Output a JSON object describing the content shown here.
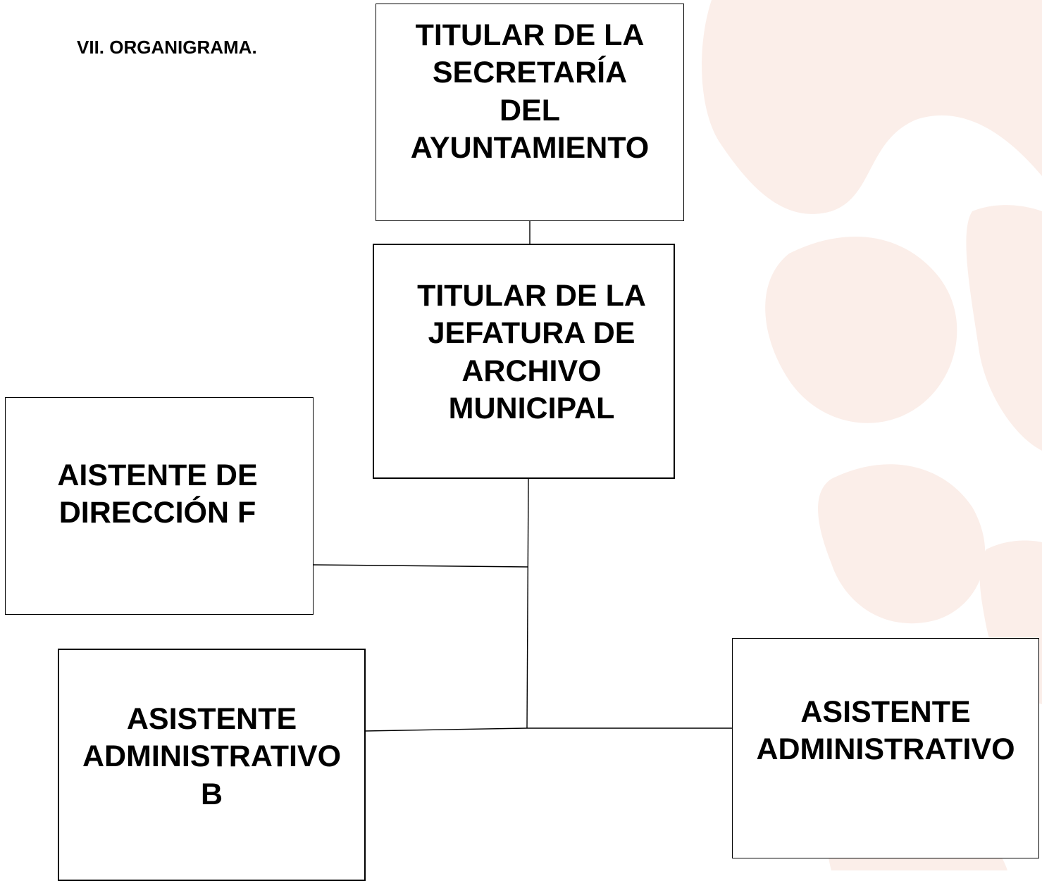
{
  "document": {
    "section_heading": "VII. ORGANIGRAMA."
  },
  "org_chart": {
    "secretaria": {
      "lines": [
        "TITULAR DE LA",
        "SECRETARÍA",
        "DEL",
        "AYUNTAMIENTO"
      ]
    },
    "jefatura": {
      "lines": [
        "TITULAR DE LA",
        "JEFATURA DE",
        "ARCHIVO",
        "MUNICIPAL"
      ]
    },
    "asistente_direccion": {
      "lines": [
        "AISTENTE DE",
        "DIRECCIÓN F"
      ]
    },
    "asistente_admin_b": {
      "lines": [
        "ASISTENTE",
        "ADMINISTRATIVO",
        "B"
      ]
    },
    "asistente_admin": {
      "lines": [
        "ASISTENTE",
        "ADMINISTRATIVO"
      ]
    }
  },
  "colors": {
    "watermark": "#fbeee9",
    "border": "#000000"
  }
}
